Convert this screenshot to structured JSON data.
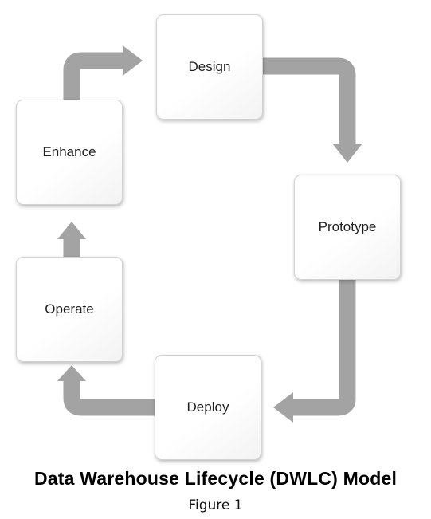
{
  "diagram": {
    "stages": [
      {
        "id": "design",
        "label": "Design"
      },
      {
        "id": "prototype",
        "label": "Prototype"
      },
      {
        "id": "deploy",
        "label": "Deploy"
      },
      {
        "id": "operate",
        "label": "Operate"
      },
      {
        "id": "enhance",
        "label": "Enhance"
      }
    ],
    "flow": [
      {
        "from": "design",
        "to": "prototype"
      },
      {
        "from": "prototype",
        "to": "deploy"
      },
      {
        "from": "deploy",
        "to": "operate"
      },
      {
        "from": "operate",
        "to": "enhance"
      },
      {
        "from": "enhance",
        "to": "design"
      }
    ],
    "colors": {
      "arrow": "#a3a3a3",
      "box_border": "#d2d2d2",
      "text": "#1e1e1e"
    }
  },
  "title": "Data Warehouse Lifecycle (DWLC) Model",
  "caption": "Figure 1"
}
